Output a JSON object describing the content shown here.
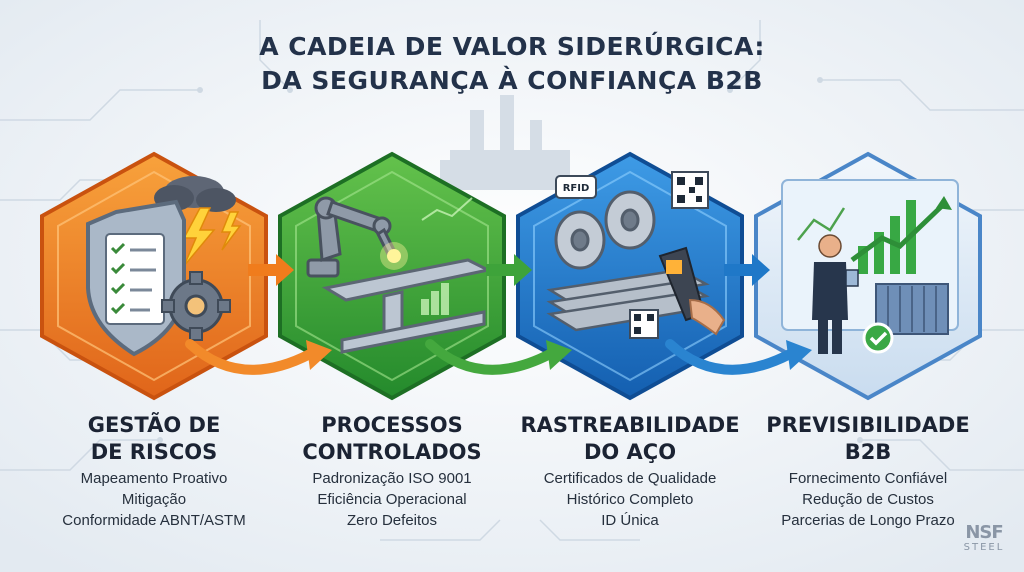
{
  "title": {
    "line1": "A CADEIA DE VALOR SIDERÚRGICA:",
    "line2": "DA SEGURANÇA À CONFIANÇA B2B"
  },
  "stages": [
    {
      "title_lines": [
        "GESTÃO DE",
        "DE RISCOS"
      ],
      "points": [
        "Mapeamento Proativo",
        "Mitigação",
        "Conformidade ABNT/ASTM"
      ],
      "color": "#f07c1c",
      "icons": [
        "shield-checklist-icon",
        "storm-cloud-icon",
        "lightning-icon",
        "gear-icon"
      ]
    },
    {
      "title_lines": [
        "PROCESSOS",
        "CONTROLADOS"
      ],
      "points": [
        "Padronização ISO 9001",
        "Eficiência Operacional",
        "Zero Defeitos"
      ],
      "color": "#3ea33a",
      "icons": [
        "robot-arm-icon",
        "steel-beam-icon",
        "chart-icon"
      ]
    },
    {
      "title_lines": [
        "RASTREABILIDADE",
        "DO AÇO"
      ],
      "points": [
        "Certificados de Qualidade",
        "Histórico Completo",
        "ID Única"
      ],
      "color": "#1f78c8",
      "icons": [
        "steel-coil-icon",
        "qr-code-icon",
        "scanner-icon"
      ]
    },
    {
      "title_lines": [
        "PREVISIBILIDADE",
        "B2B"
      ],
      "points": [
        "Fornecimento Confiável",
        "Redução de Custos",
        "Parcerias de Longo Prazo"
      ],
      "color": "#4a86c8",
      "icons": [
        "businessman-icon",
        "growth-chart-icon",
        "container-icon",
        "check-icon"
      ]
    }
  ],
  "labels": {
    "rfid": "RFID"
  },
  "logo": {
    "mark": "NSF",
    "sub": "STEEL"
  }
}
